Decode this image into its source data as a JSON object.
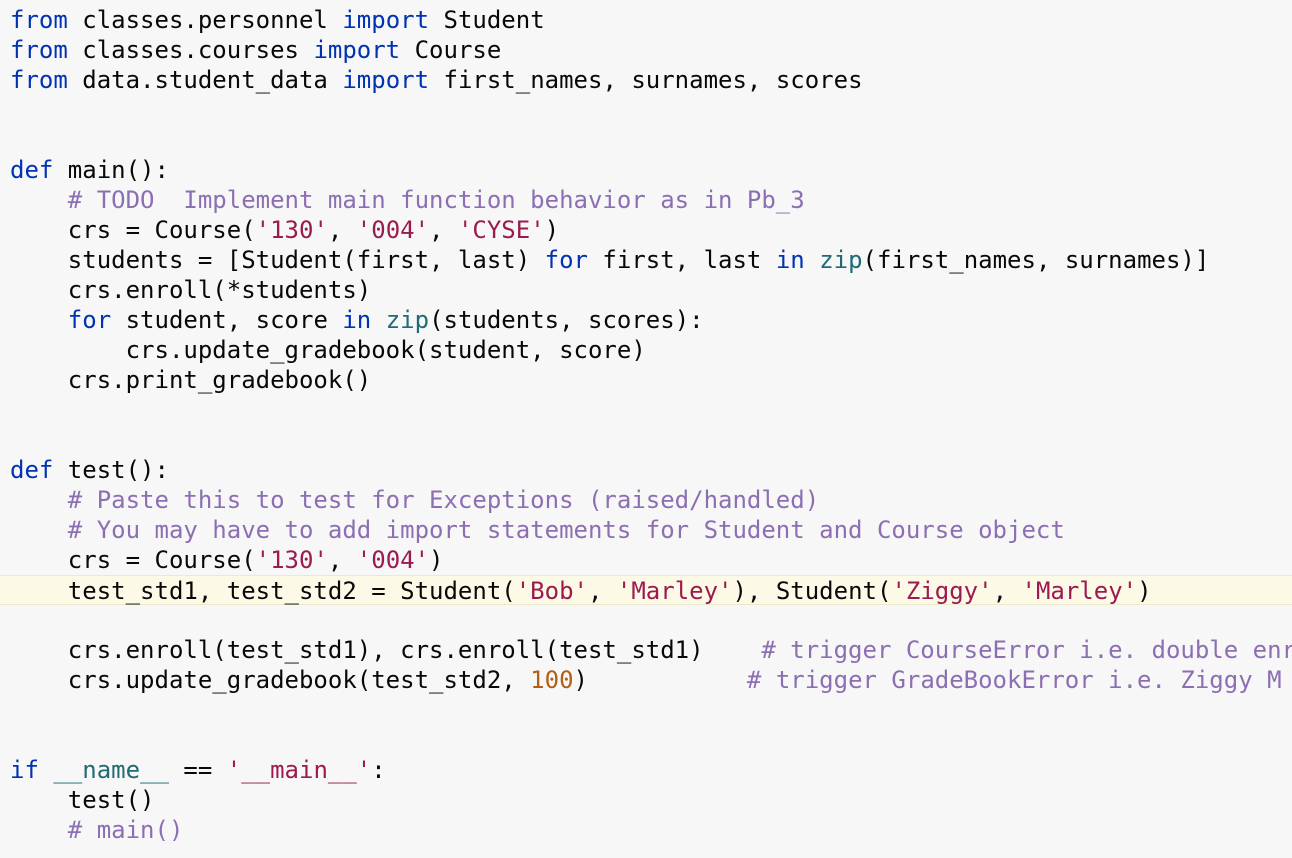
{
  "colors": {
    "background": "#f7f7f7",
    "current_line_highlight": "#fcfae6",
    "keyword": "#0033b3",
    "string": "#9b1a4f",
    "comment": "#8c6fb3",
    "number": "#b35e14",
    "builtin": "#1f6a73",
    "default": "#080808"
  },
  "current_line_index": 19,
  "lines": [
    [
      {
        "t": "kw",
        "s": "from"
      },
      {
        "t": "plain",
        "s": " classes.personnel "
      },
      {
        "t": "kw",
        "s": "import"
      },
      {
        "t": "plain",
        "s": " Student"
      }
    ],
    [
      {
        "t": "kw",
        "s": "from"
      },
      {
        "t": "plain",
        "s": " classes.courses "
      },
      {
        "t": "kw",
        "s": "import"
      },
      {
        "t": "plain",
        "s": " Course"
      }
    ],
    [
      {
        "t": "kw",
        "s": "from"
      },
      {
        "t": "plain",
        "s": " data.student_data "
      },
      {
        "t": "kw",
        "s": "import"
      },
      {
        "t": "plain",
        "s": " first_names, surnames, scores"
      }
    ],
    [],
    [],
    [
      {
        "t": "kw",
        "s": "def"
      },
      {
        "t": "plain",
        "s": " main():"
      }
    ],
    [
      {
        "t": "plain",
        "s": "    "
      },
      {
        "t": "comment",
        "s": "# TODO  Implement main function behavior as in Pb_3"
      }
    ],
    [
      {
        "t": "plain",
        "s": "    crs = Course("
      },
      {
        "t": "str",
        "s": "'130'"
      },
      {
        "t": "plain",
        "s": ", "
      },
      {
        "t": "str",
        "s": "'004'"
      },
      {
        "t": "plain",
        "s": ", "
      },
      {
        "t": "str",
        "s": "'CYSE'"
      },
      {
        "t": "plain",
        "s": ")"
      }
    ],
    [
      {
        "t": "plain",
        "s": "    students = [Student(first, last) "
      },
      {
        "t": "kw",
        "s": "for"
      },
      {
        "t": "plain",
        "s": " first, last "
      },
      {
        "t": "kw",
        "s": "in"
      },
      {
        "t": "plain",
        "s": " "
      },
      {
        "t": "builtin",
        "s": "zip"
      },
      {
        "t": "plain",
        "s": "(first_names, surnames)]"
      }
    ],
    [
      {
        "t": "plain",
        "s": "    crs.enroll(*students)"
      }
    ],
    [
      {
        "t": "plain",
        "s": "    "
      },
      {
        "t": "kw",
        "s": "for"
      },
      {
        "t": "plain",
        "s": " student, score "
      },
      {
        "t": "kw",
        "s": "in"
      },
      {
        "t": "plain",
        "s": " "
      },
      {
        "t": "builtin",
        "s": "zip"
      },
      {
        "t": "plain",
        "s": "(students, scores):"
      }
    ],
    [
      {
        "t": "plain",
        "s": "        crs.update_gradebook(student, score)"
      }
    ],
    [
      {
        "t": "plain",
        "s": "    crs.print_gradebook()"
      }
    ],
    [],
    [],
    [
      {
        "t": "kw",
        "s": "def"
      },
      {
        "t": "plain",
        "s": " test():"
      }
    ],
    [
      {
        "t": "plain",
        "s": "    "
      },
      {
        "t": "comment",
        "s": "# Paste this to test for Exceptions (raised/handled)"
      }
    ],
    [
      {
        "t": "plain",
        "s": "    "
      },
      {
        "t": "comment",
        "s": "# You may have to add import statements for Student and Course object"
      }
    ],
    [
      {
        "t": "plain",
        "s": "    crs = Course("
      },
      {
        "t": "str",
        "s": "'130'"
      },
      {
        "t": "plain",
        "s": ", "
      },
      {
        "t": "str",
        "s": "'004'"
      },
      {
        "t": "plain",
        "s": ")"
      }
    ],
    [
      {
        "t": "plain",
        "s": "    test_std1, test_std2 = Student("
      },
      {
        "t": "str",
        "s": "'Bob'"
      },
      {
        "t": "plain",
        "s": ", "
      },
      {
        "t": "str",
        "s": "'Marley'"
      },
      {
        "t": "plain",
        "s": "), Student("
      },
      {
        "t": "str",
        "s": "'Ziggy'"
      },
      {
        "t": "plain",
        "s": ", "
      },
      {
        "t": "str",
        "s": "'Marley'"
      },
      {
        "t": "plain",
        "s": ")"
      }
    ],
    [],
    [
      {
        "t": "plain",
        "s": "    crs.enroll(test_std1), crs.enroll(test_std1)    "
      },
      {
        "t": "comment",
        "s": "# trigger CourseError i.e. double enr"
      }
    ],
    [
      {
        "t": "plain",
        "s": "    crs.update_gradebook(test_std2, "
      },
      {
        "t": "num",
        "s": "100"
      },
      {
        "t": "plain",
        "s": ")           "
      },
      {
        "t": "comment",
        "s": "# trigger GradeBookError i.e. Ziggy M"
      }
    ],
    [],
    [],
    [
      {
        "t": "kw",
        "s": "if"
      },
      {
        "t": "plain",
        "s": " "
      },
      {
        "t": "dunder",
        "s": "__name__"
      },
      {
        "t": "plain",
        "s": " == "
      },
      {
        "t": "str",
        "s": "'__main__'"
      },
      {
        "t": "plain",
        "s": ":"
      }
    ],
    [
      {
        "t": "plain",
        "s": "    test()"
      }
    ],
    [
      {
        "t": "plain",
        "s": "    "
      },
      {
        "t": "comment",
        "s": "# main()"
      }
    ]
  ]
}
